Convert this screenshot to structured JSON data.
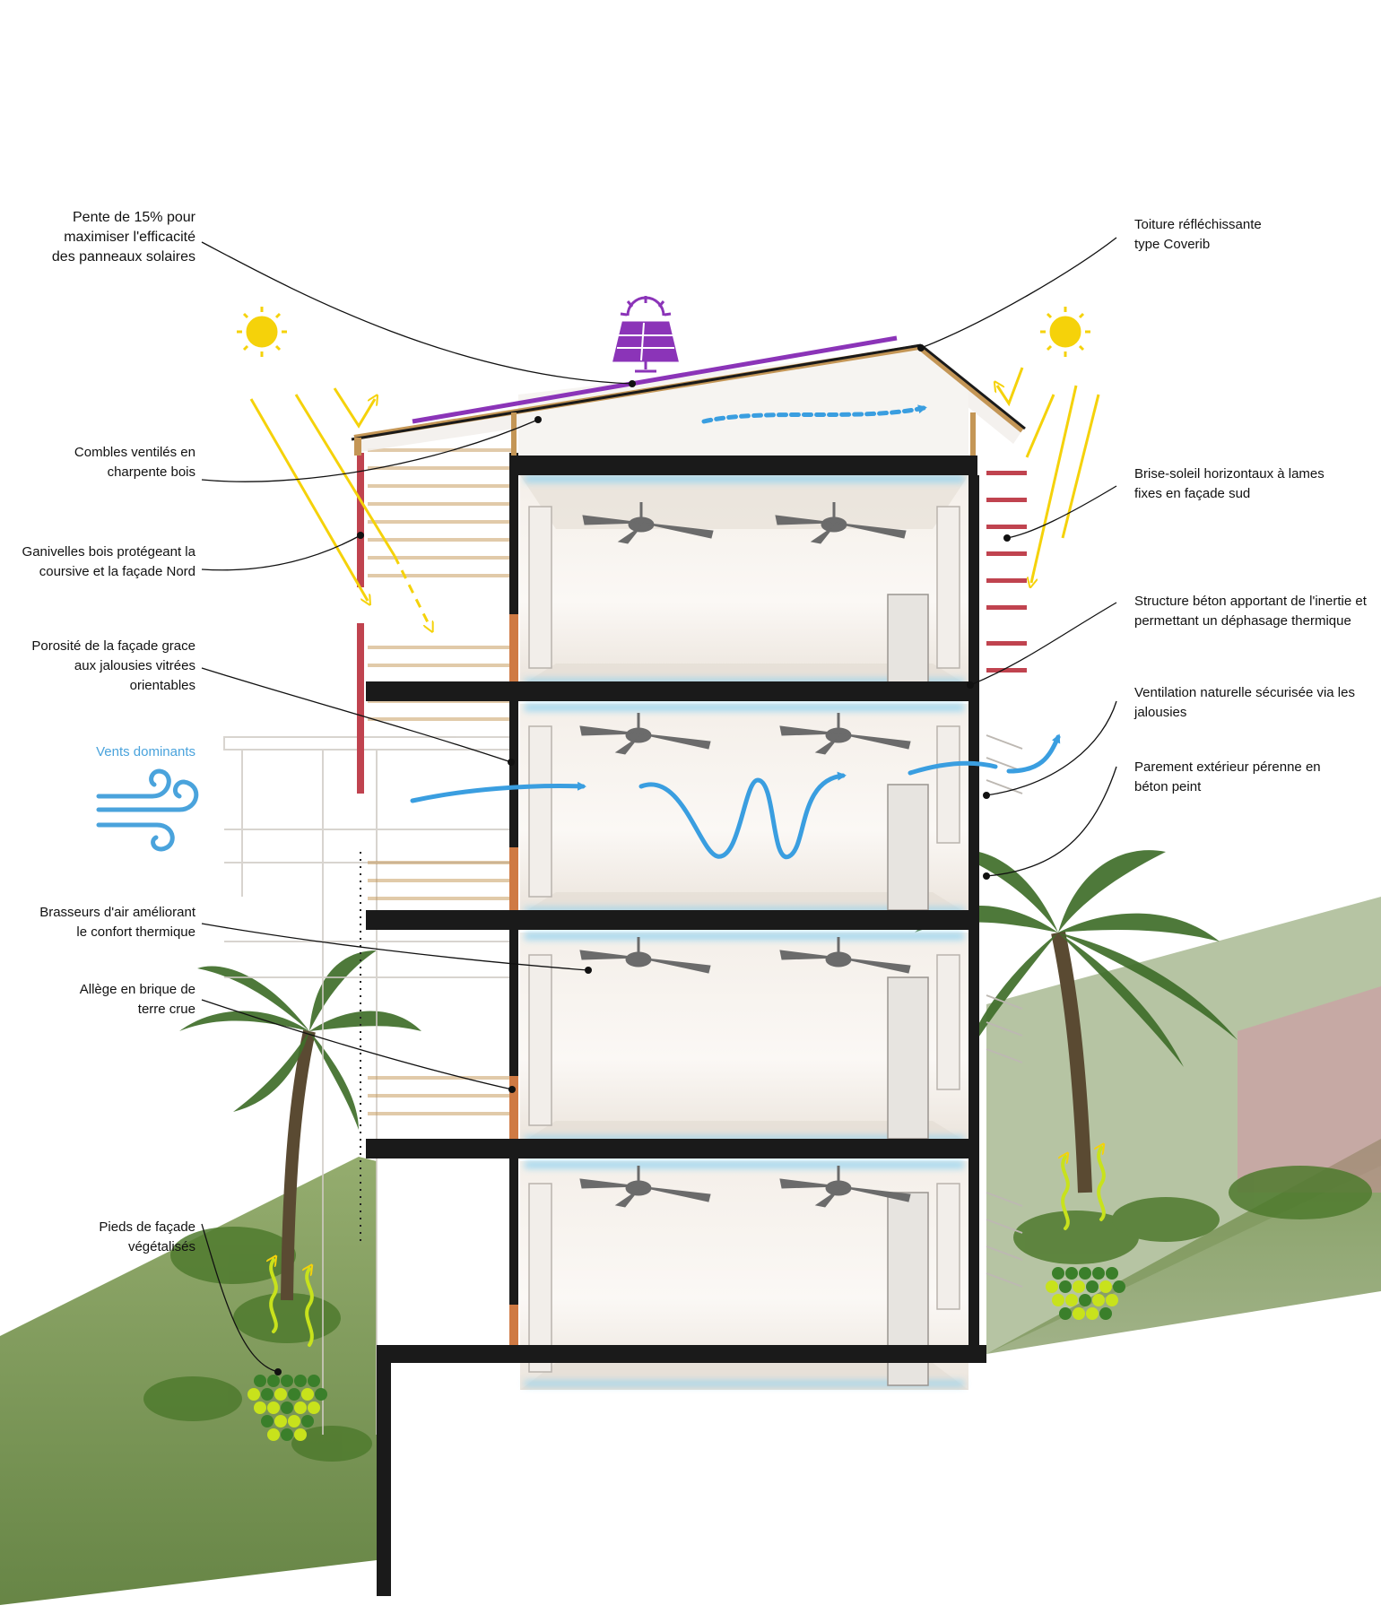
{
  "colors": {
    "sun": "#f5d20a",
    "solar_panel": "#8b34b8",
    "air_flow": "#3a9ee0",
    "structure": "#1a1a1a",
    "timber": "#c49656",
    "brise_soleil": "#c0434f",
    "earth_brick": "#cf7a44",
    "vegetation": "#5f8f3a",
    "heat_waves": "#c8e21c"
  },
  "icons": [
    "sun-icon",
    "solar-panel-icon",
    "wind-icon",
    "ceiling-fan-icon",
    "palm-tree-icon",
    "heat-wave-icon"
  ],
  "labels_left": [
    {
      "name": "label-roof-slope",
      "text": "Pente de 15% pour\nmaximiser l'efficacité\ndes panneaux solaires"
    },
    {
      "name": "label-ventilated-attic",
      "text": "Combles ventilés en\ncharpente bois"
    },
    {
      "name": "label-wood-screens",
      "text": "Ganivelles bois protégeant la\ncoursive et la façade Nord"
    },
    {
      "name": "label-facade-porosity",
      "text": "Porosité de la façade grace\naux jalousies vitrées\norientables"
    },
    {
      "name": "label-air-fans",
      "text": "Brasseurs d'air améliorant\nle confort thermique"
    },
    {
      "name": "label-earth-brick",
      "text": "Allège en brique de\nterre crue"
    },
    {
      "name": "label-green-base",
      "text": "Pieds de façade\nvégétalisés"
    }
  ],
  "labels_right": [
    {
      "name": "label-reflective-roof",
      "text": "Toiture réfléchissante\ntype Coverib"
    },
    {
      "name": "label-sunshades",
      "text": "Brise-soleil horizontaux à lames\nfixes en façade sud"
    },
    {
      "name": "label-concrete-structure",
      "text": "Structure béton apportant de l'inertie et\npermettant un déphasage thermique"
    },
    {
      "name": "label-natural-ventilation",
      "text": "Ventilation naturelle sécurisée via les\njalousies"
    },
    {
      "name": "label-exterior-cladding",
      "text": "Parement extérieur pérenne en\nbéton peint"
    }
  ],
  "wind_label": "Vents dominants"
}
